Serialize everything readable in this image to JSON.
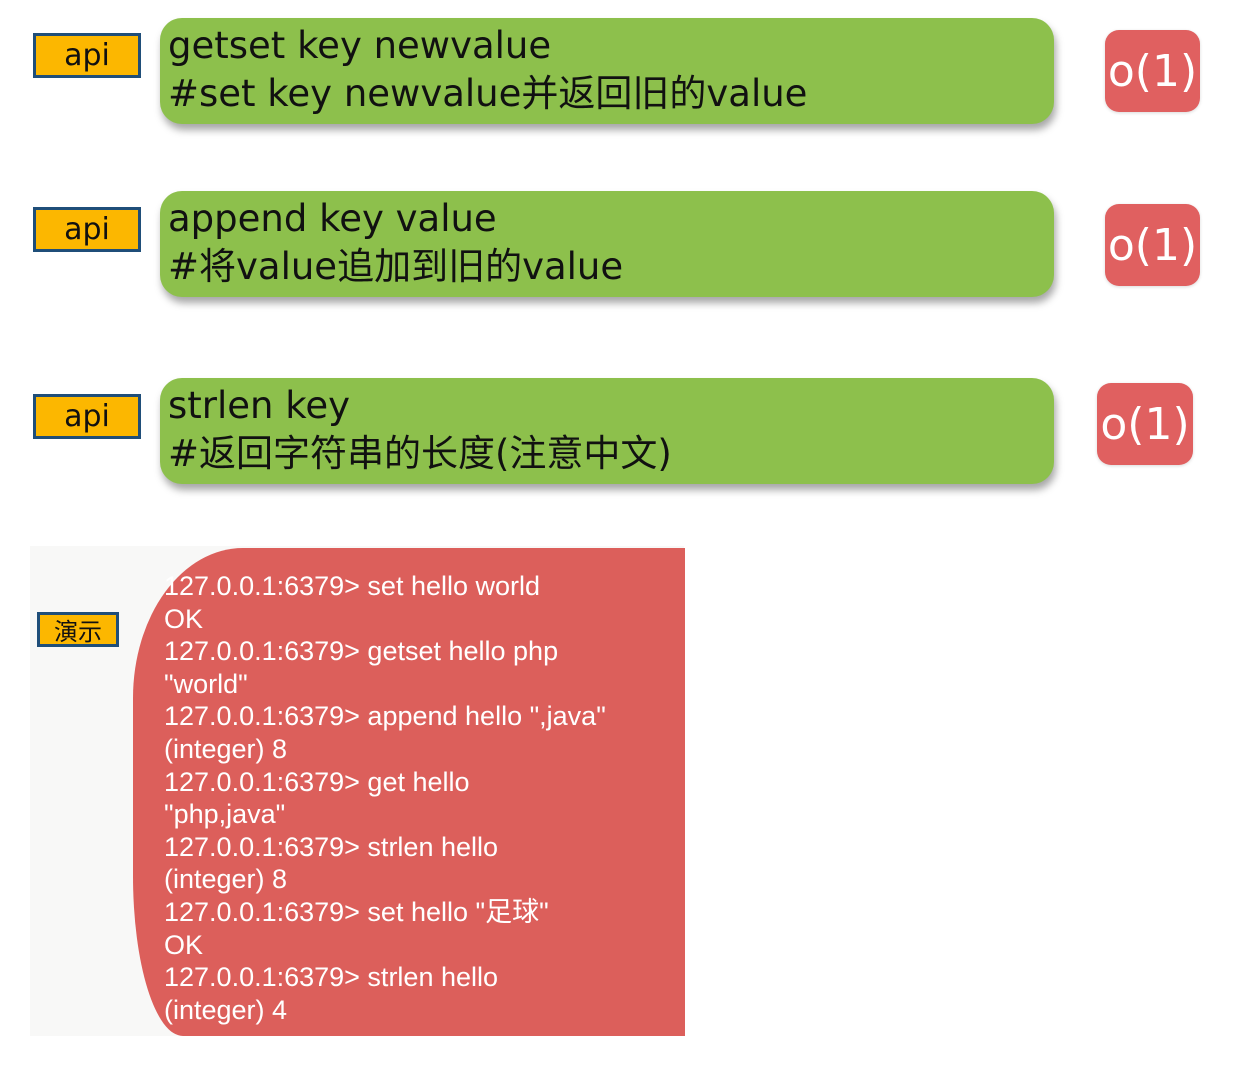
{
  "commands": [
    {
      "tag": "api",
      "syntax": "getset key newvalue",
      "description": "#set key newvalue并返回旧的value",
      "complexity": "o(1)"
    },
    {
      "tag": "api",
      "syntax": "append key value",
      "description": "#将value追加到旧的value",
      "complexity": "o(1)"
    },
    {
      "tag": "api",
      "syntax": "strlen key",
      "description": "#返回字符串的长度(注意中文)",
      "complexity": "o(1)"
    }
  ],
  "demo": {
    "tag": "演示",
    "lines": [
      "127.0.0.1:6379> set hello world",
      "OK",
      "127.0.0.1:6379> getset hello php",
      "\"world\"",
      "127.0.0.1:6379> append hello \",java\"",
      "(integer) 8",
      "127.0.0.1:6379> get hello",
      "\"php,java\"",
      "127.0.0.1:6379> strlen hello",
      "(integer) 8",
      "127.0.0.1:6379> set hello \"足球\"",
      "OK",
      "127.0.0.1:6379> strlen hello",
      "(integer) 4"
    ]
  },
  "colors": {
    "api_tag": "#fcb700",
    "api_border": "#1f4e79",
    "command_box": "#8dc04c",
    "complexity_badge": "#e06060",
    "terminal": "#dc5f5b"
  }
}
